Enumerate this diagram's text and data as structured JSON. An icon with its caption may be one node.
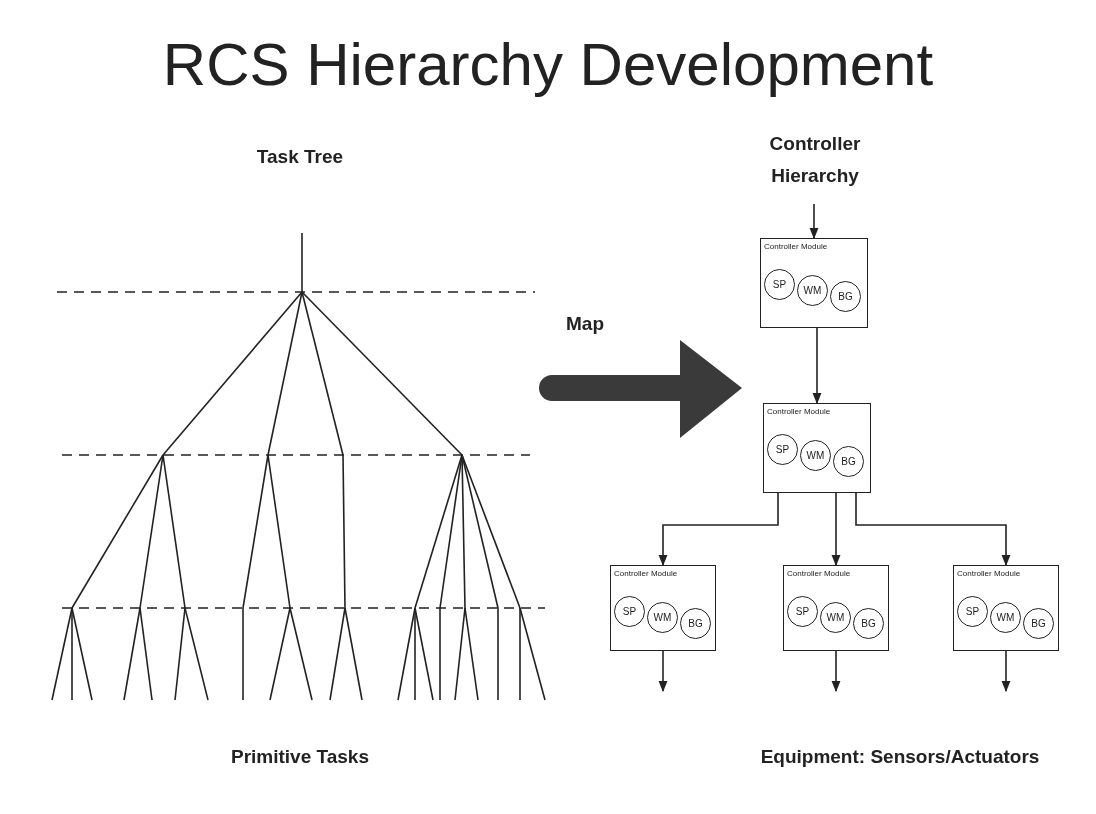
{
  "diagram": {
    "title": "RCS Hierarchy Development",
    "nodes": [
      {
        "text": [
          "Controller Module"
        ]
      },
      {
        "text": [
          "SP"
        ],
        "in": 0
      },
      {
        "text": [
          "WM"
        ],
        "in": 0
      },
      {
        "text": [
          "BG"
        ],
        "in": 0
      },
      {
        "text": [
          "Controller Module"
        ]
      },
      {
        "text": [
          "SP"
        ],
        "in": 4
      },
      {
        "text": [
          "WM"
        ],
        "in": 4
      },
      {
        "text": [
          "BG"
        ],
        "in": 4
      },
      {
        "text": [
          "Controller Module"
        ]
      },
      {
        "text": [
          "SP"
        ],
        "in": 8
      },
      {
        "text": [
          "WM"
        ],
        "in": 8
      },
      {
        "text": [
          "BG"
        ],
        "in": 8
      },
      {
        "text": [
          "Controller Module"
        ]
      },
      {
        "text": [
          "SP"
        ],
        "in": 12
      },
      {
        "text": [
          "WM"
        ],
        "in": 12
      },
      {
        "text": [
          "BG"
        ],
        "in": 12
      },
      {
        "text": [
          "Controller Module"
        ]
      },
      {
        "text": [
          "SP"
        ],
        "in": 16
      },
      {
        "text": [
          "WM"
        ],
        "in": 16
      },
      {
        "text": [
          "BG"
        ],
        "in": 16
      }
    ],
    "edges": [
      {
        "from": null,
        "to": 0,
        "arrow": "to"
      },
      {
        "from": 0,
        "to": 4,
        "arrow": "to"
      },
      {
        "from": 4,
        "to": 8,
        "arrow": "to"
      },
      {
        "from": 4,
        "to": 12,
        "arrow": "to"
      },
      {
        "from": 4,
        "to": 16,
        "arrow": "to"
      },
      {
        "from": 8,
        "to": null,
        "arrow": "to"
      },
      {
        "from": 12,
        "to": null,
        "arrow": "to"
      },
      {
        "from": 16,
        "to": null,
        "arrow": "to"
      }
    ],
    "labels": [
      "Controller Hierarchy",
      "Task Tree",
      "Map",
      "Primitive Tasks",
      "Equipment: Sensors/Actuators"
    ]
  }
}
